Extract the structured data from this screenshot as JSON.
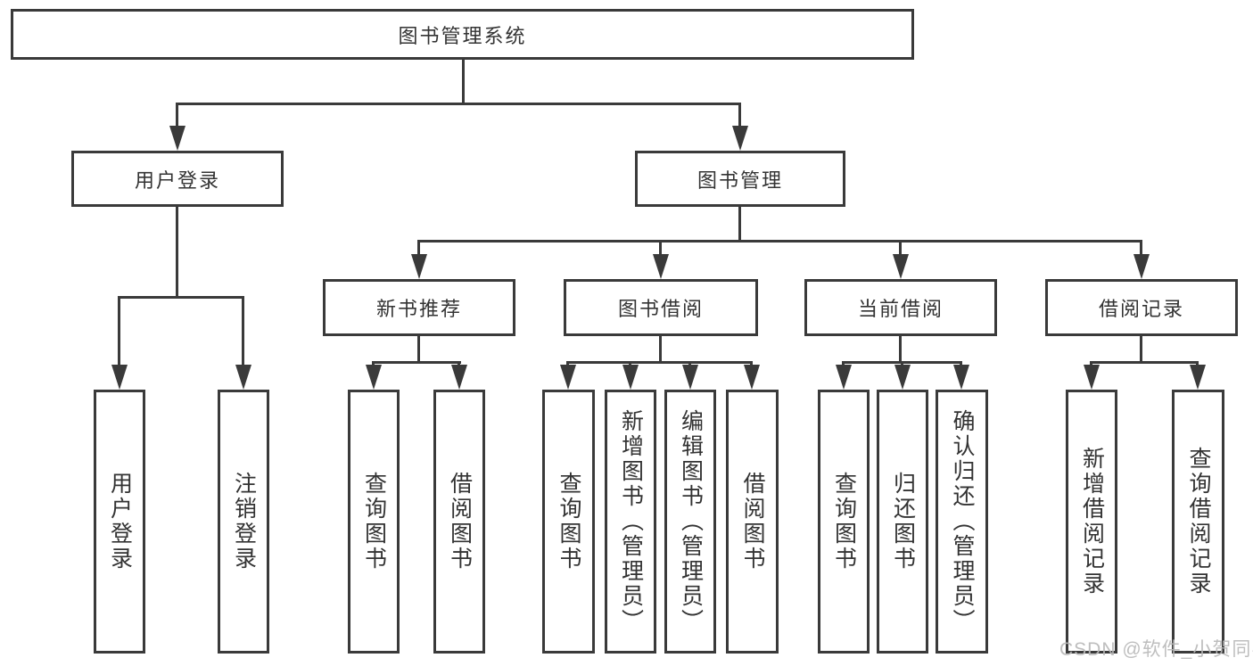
{
  "diagram": {
    "title": {
      "label": "图书管理系统"
    },
    "level2": [
      {
        "label": "用户登录"
      },
      {
        "label": "图书管理"
      }
    ],
    "level3": [
      {
        "label": "新书推荐",
        "parent": "图书管理"
      },
      {
        "label": "图书借阅",
        "parent": "图书管理"
      },
      {
        "label": "当前借阅",
        "parent": "图书管理"
      },
      {
        "label": "借阅记录",
        "parent": "图书管理"
      }
    ],
    "leaves": [
      {
        "label": "用户登录",
        "parent": "用户登录"
      },
      {
        "label": "注销登录",
        "parent": "用户登录"
      },
      {
        "label": "查询图书",
        "parent": "新书推荐"
      },
      {
        "label": "借阅图书",
        "parent": "新书推荐"
      },
      {
        "label": "查询图书",
        "parent": "图书借阅"
      },
      {
        "label": "新增图书（管理员）",
        "parent": "图书借阅"
      },
      {
        "label": "编辑图书（管理员）",
        "parent": "图书借阅"
      },
      {
        "label": "借阅图书",
        "parent": "图书借阅"
      },
      {
        "label": "查询图书",
        "parent": "当前借阅"
      },
      {
        "label": "归还图书",
        "parent": "当前借阅"
      },
      {
        "label": "确认归还（管理员）",
        "parent": "当前借阅"
      },
      {
        "label": "新增借阅记录",
        "parent": "借阅记录"
      },
      {
        "label": "查询借阅记录",
        "parent": "借阅记录"
      }
    ],
    "watermark": "CSDN @软件_小贺同学",
    "colors": {
      "line": "#3a3a3a",
      "text": "#333333",
      "watermark": "#b9b9b9",
      "background": "#ffffff"
    }
  }
}
